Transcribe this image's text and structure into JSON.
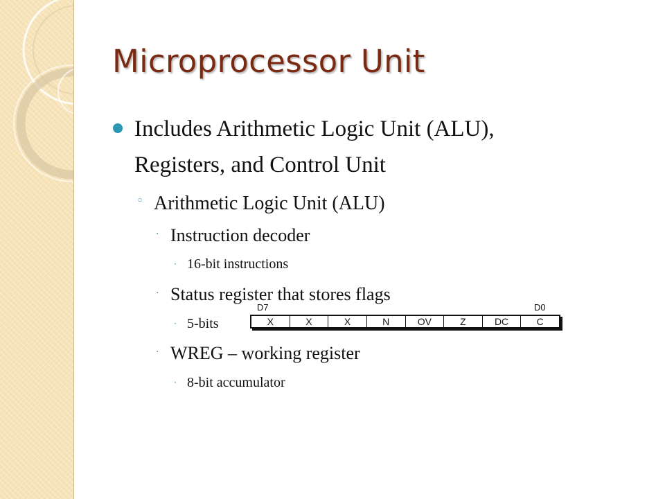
{
  "title": "Microprocessor Unit",
  "bullets": {
    "level1": [
      "Includes Arithmetic Logic Unit (ALU),",
      "Registers, and Control Unit"
    ],
    "level2": "Arithmetic Logic Unit (ALU)",
    "instruction_decoder": "Instruction decoder",
    "instruction_width": "16-bit instructions",
    "status_register": "Status register that stores flags",
    "status_bits": "5-bits",
    "wreg": "WREG – working register",
    "wreg_detail": "8-bit accumulator"
  },
  "bullet_markers": {
    "level2": "◦",
    "level3": "·",
    "level4": "·"
  },
  "status_register_diagram": {
    "msb_label": "D7",
    "lsb_label": "D0",
    "bits": [
      "X",
      "X",
      "X",
      "N",
      "OV",
      "Z",
      "DC",
      "C"
    ]
  },
  "colors": {
    "title": "#7a2a13",
    "bullet": "#2a97b4",
    "side_band": "#f7e3b8"
  }
}
